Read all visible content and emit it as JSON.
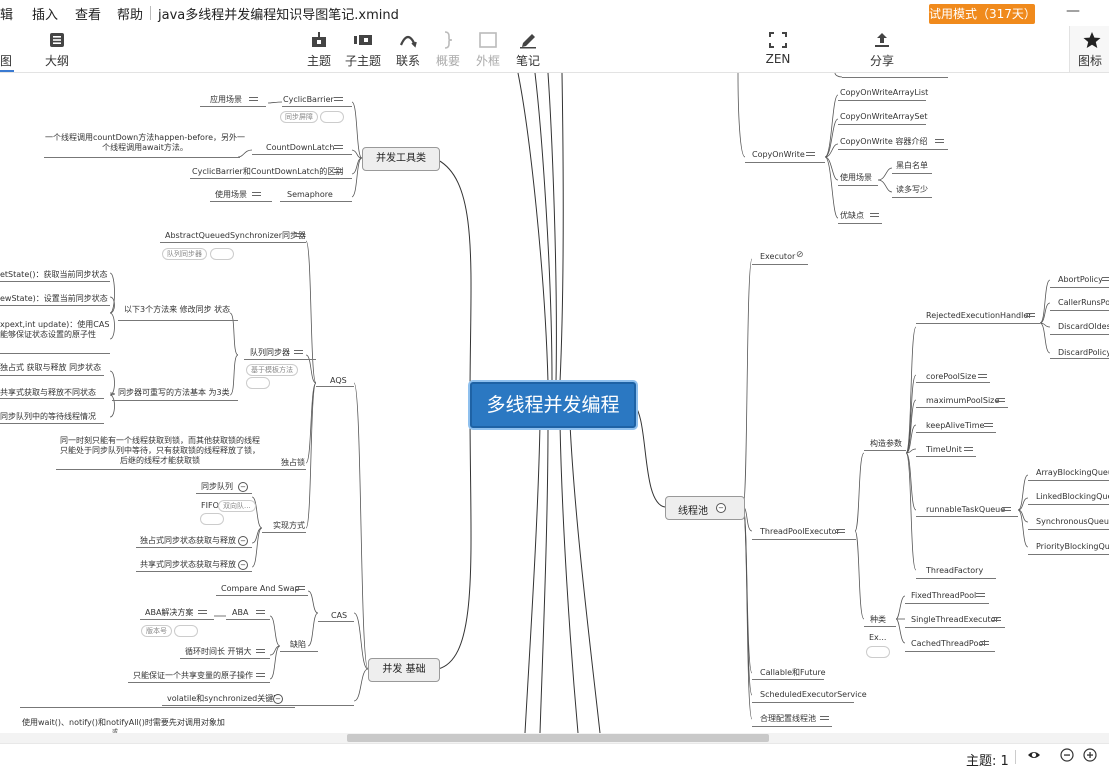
{
  "menu": {
    "edit": "辑",
    "insert": "插入",
    "view": "查看",
    "help": "帮助"
  },
  "document": {
    "title": "java多线程并发编程知识导图笔记.xmind"
  },
  "trial": {
    "label": "试用模式（317天）"
  },
  "window": {
    "minimize": "—"
  },
  "toolbar": {
    "view_tab": "图",
    "outline": "大纲",
    "topic": "主题",
    "subtopic": "子主题",
    "relationship": "联系",
    "summary": "概要",
    "boundary": "外框",
    "notes": "笔记",
    "zen": "ZEN",
    "share": "分享",
    "icons": "图标"
  },
  "status": {
    "topic_count": "主题: 1"
  },
  "colors": {
    "accent": "#2b78c2",
    "trial": "#f08a1c",
    "topic_fill": "#eeeeee"
  },
  "mindmap": {
    "central": "多线程并发编程",
    "main": {
      "concurrency_tools": "并发工具类",
      "concurrency_basics": "并发 基础",
      "thread_pool": "线程池"
    },
    "tools": {
      "cyclic_barrier": "CyclicBarrier",
      "app_scene": "应用场景",
      "sync_barrier": "同步屏障",
      "countdown": "CountDownLatch",
      "countdown_note": "一个线程调用countDown方法happen-before，另外一个线程调用await方法。",
      "diff": "CyclicBarrier和CountDownLatch的区别",
      "semaphore": "Semaphore",
      "use_scene": "使用场景"
    },
    "aqs": {
      "aqs_full": "AbstractQueuedSynchronizer同步器",
      "queue_sync_badge": "队列同步器",
      "get_state": "etState()：获取当前同步状态",
      "set_state": "ewState)：设置当前同步状态",
      "cas_state": "xpext,int update)：使用CAS",
      "cas_state2": "能够保证状态设置的原子性",
      "three_methods": "以下3个方法来 修改同步 状态",
      "queue_sync": "队列同步器",
      "template": "基于模板方法",
      "exclusive_get": "独占式 获取与释放 同步状态",
      "shared_get": "共享式获取与释放不同状态",
      "queue_wait": "同步队列中的等待线程情况",
      "rewritable": "同步器可重写的方法基本 为3类",
      "aqs": "AQS",
      "exclusive_note": "同一时刻只能有一个线程获取到锁，而其他获取锁的线程只能处于同步队列中等待，只有获取锁的线程释放了锁，后继的线程才能获取锁",
      "exclusive_lock": "独占锁",
      "sync_queue": "同步队列",
      "fifo": "FIFO",
      "fifo_badge": "双向队...",
      "implement": "实现方式",
      "exclusive_impl": "独占式同步状态获取与释放",
      "shared_impl": "共享式同步状态获取与释放"
    },
    "cas": {
      "cas": "CAS",
      "compare_swap": "Compare And Swap",
      "aba_solution": "ABA解决方案",
      "aba": "ABA",
      "version": "版本号",
      "drawbacks": "缺陷",
      "loop_cost": "循环时间长 开销大",
      "single_var": "只能保证一个共享变量的原子操作"
    },
    "basics": {
      "volatile": "volatile和synchronized关键字",
      "wait_note": "使用wait()、notify()和notifyAll()时需要先对调用对象加",
      "or": "或"
    },
    "cow": {
      "list": "CopyOnWriteArrayList",
      "set": "CopyOnWriteArraySet",
      "intro": "CopyOnWrite 容器介绍",
      "cow": "CopyOnWrite",
      "use_scene": "使用场景",
      "black_white": "黑白名单",
      "read_more": "读多写少",
      "pros_cons": "优缺点"
    },
    "pool": {
      "executor": "Executor",
      "reject": "RejectedExecutionHandler",
      "abort": "AbortPolicy",
      "caller": "CallerRunsPoli",
      "discard_oldest": "DiscardOldestF",
      "discard": "DiscardPolicy",
      "core": "corePoolSize",
      "max": "maximumPoolSize",
      "keep_alive": "keepAliveTime",
      "time_unit": "TimeUnit",
      "params": "构造参数",
      "queue": "runnableTaskQueue",
      "abq": "ArrayBlockingQueue",
      "lbq": "LinkedBlockingQueue",
      "sq": "SynchronousQueue",
      "pbq": "PriorityBlockingQueue",
      "factory": "ThreadFactory",
      "tpe": "ThreadPoolExecutor",
      "fixed": "FixedThreadPool",
      "single": "SingleThreadExecutor",
      "cached": "CachedThreadPool",
      "kinds": "种类",
      "ex": "Ex...",
      "callable": "Callable和Future",
      "scheduled": "ScheduledExecutorService",
      "reasonable": "合理配置线程池"
    }
  }
}
